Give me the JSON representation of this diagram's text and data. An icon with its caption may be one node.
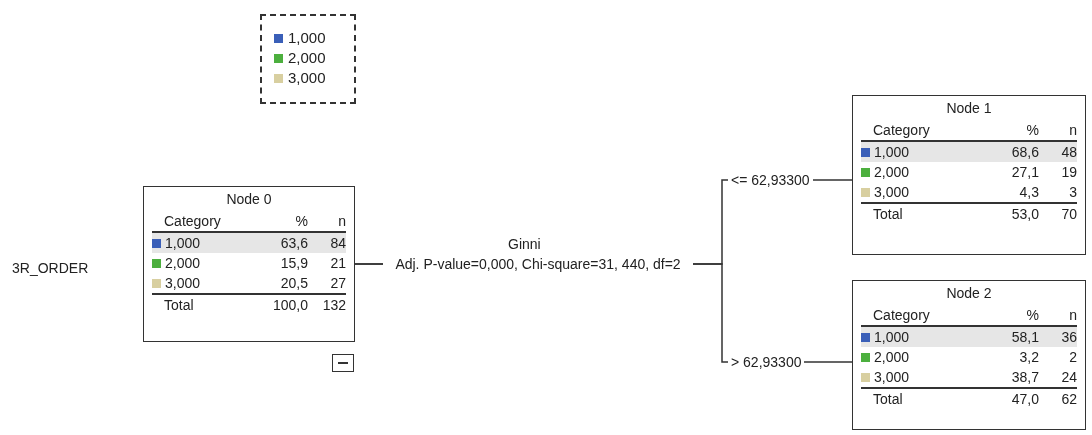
{
  "diagram": {
    "nodes": [
      {
        "text": [
          "Node 0",
          "Category",
          "%",
          "n",
          "1,000",
          "63,6",
          "84",
          "2,000",
          "15,9",
          "21",
          "3,000",
          "20,5",
          "27",
          "Total",
          "100,0",
          "132"
        ]
      },
      {
        "text": [
          "Node 1",
          "Category",
          "%",
          "n",
          "1,000",
          "68,6",
          "48",
          "2,000",
          "27,1",
          "19",
          "3,000",
          "4,3",
          "3",
          "Total",
          "53,0",
          "70"
        ]
      },
      {
        "text": [
          "Node 2",
          "Category",
          "%",
          "n",
          "1,000",
          "58,1",
          "36",
          "2,000",
          "3,2",
          "2",
          "3,000",
          "38,7",
          "24",
          "Total",
          "47,0",
          "62"
        ]
      }
    ],
    "edges": [
      {
        "from": 0,
        "to": 1,
        "arrow": "none",
        "label": "<= 62,93300"
      },
      {
        "from": 0,
        "to": 2,
        "arrow": "none",
        "label": "> 62,93300"
      }
    ],
    "labels": [
      "3R_ORDER",
      "Ginni",
      "Adj. P-value=0,000, Chi-square=31, 440, df=2"
    ],
    "legend": [
      {
        "text": "1,000",
        "color": "#3a5fb8"
      },
      {
        "text": "2,000",
        "color": "#4caf3e"
      },
      {
        "text": "3,000",
        "color": "#d8cfa0"
      }
    ]
  }
}
